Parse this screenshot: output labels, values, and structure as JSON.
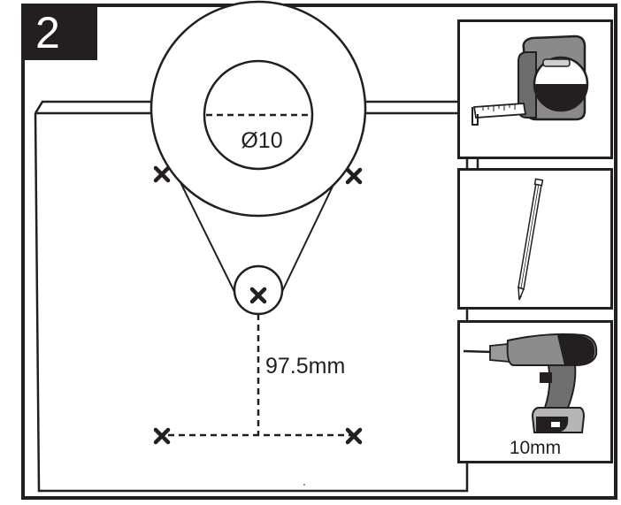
{
  "step": {
    "number": "2"
  },
  "diagram": {
    "hole_diameter_label": "Ø10",
    "distance_label": "97.5mm"
  },
  "tools": {
    "items": [
      {
        "name": "tape-measure",
        "icon": "tape-measure-icon"
      },
      {
        "name": "pencil",
        "icon": "pencil-icon"
      },
      {
        "name": "drill",
        "icon": "cordless-drill-icon",
        "label": "10mm"
      }
    ]
  },
  "colors": {
    "ink": "#231f20",
    "background": "#ffffff"
  }
}
